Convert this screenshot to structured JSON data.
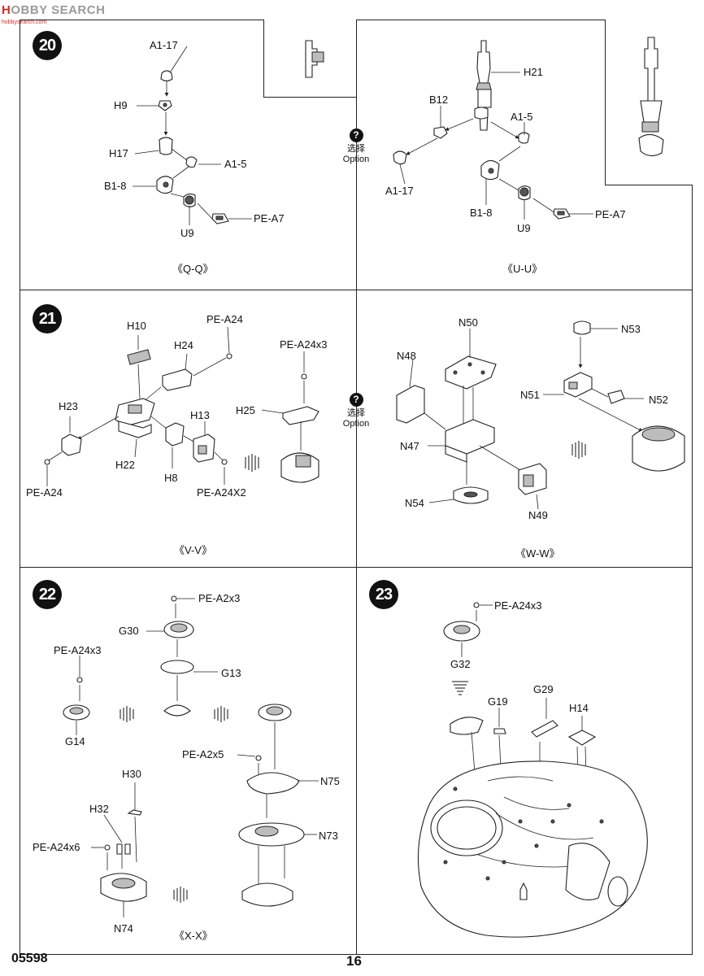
{
  "watermark": {
    "prefix": "H",
    "rest": "OBBY SEARCH",
    "sub": "hobbysearch.com"
  },
  "steps": [
    {
      "number": "20",
      "labels": [
        "A1-17",
        "H9",
        "H17",
        "A1-5",
        "B1-8",
        "PE-A7",
        "U9",
        "H21",
        "B12",
        "A1-5",
        "A1-17",
        "B1-8",
        "U9",
        "PE-A7"
      ],
      "captions": [
        "《Q-Q》",
        "《U-U》"
      ]
    },
    {
      "number": "21",
      "labels": [
        "H10",
        "PE-A24",
        "H24",
        "PE-A24x3",
        "H23",
        "H25",
        "H13",
        "H22",
        "H8",
        "PE-A24",
        "PE-A24X2",
        "N50",
        "N53",
        "N48",
        "N51",
        "N52",
        "N47",
        "N54",
        "N49"
      ],
      "captions": [
        "《V-V》",
        "《W-W》"
      ]
    },
    {
      "number": "22",
      "labels": [
        "PE-A2x3",
        "G30",
        "PE-A24x3",
        "G13",
        "G14",
        "PE-A2x5",
        "N75",
        "H30",
        "H32",
        "PE-A24x6",
        "N73",
        "N74"
      ],
      "captions": [
        "《X-X》"
      ]
    },
    {
      "number": "23",
      "labels": [
        "PE-A24x3",
        "G32",
        "G19",
        "G29",
        "H14"
      ],
      "captions": []
    }
  ],
  "option": {
    "chinese": "选择",
    "english": "Option"
  },
  "footer": {
    "code": "05598",
    "page": "16"
  }
}
